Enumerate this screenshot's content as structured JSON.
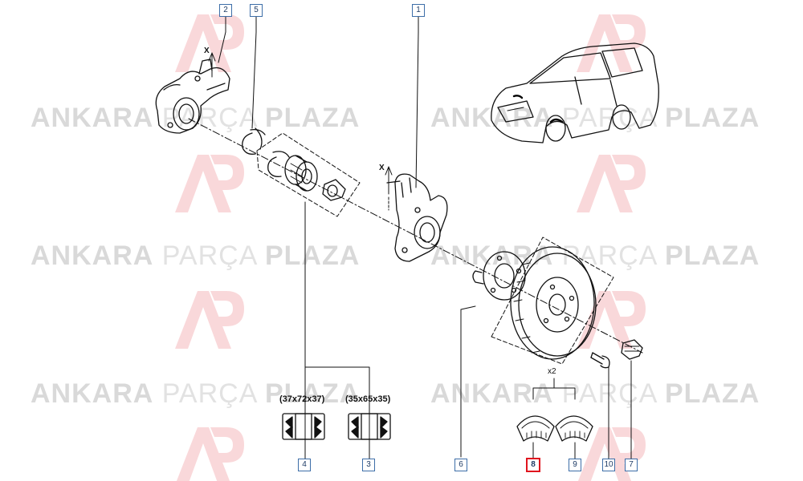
{
  "watermark": {
    "word1": "ANKARA",
    "word2": "PARÇA",
    "word3": "PLAZA",
    "logo_icon": "ap-logo-icon",
    "color": "#d9d9d9",
    "logo_color": "#e0141e"
  },
  "callouts": {
    "c1": "1",
    "c2": "2",
    "c3": "3",
    "c4": "4",
    "c5": "5",
    "c6": "6",
    "c7": "7",
    "c8": "8",
    "c9": "9",
    "c10": "10"
  },
  "bearing_sizes": {
    "left": "(37x72x37)",
    "right": "(35x65x35)"
  },
  "annotations": {
    "x_left": "X",
    "x_right": "X",
    "x2": "x2"
  },
  "colors": {
    "callout_border": "#3d6ea8",
    "highlight": "#e0141e",
    "line": "#111111"
  }
}
